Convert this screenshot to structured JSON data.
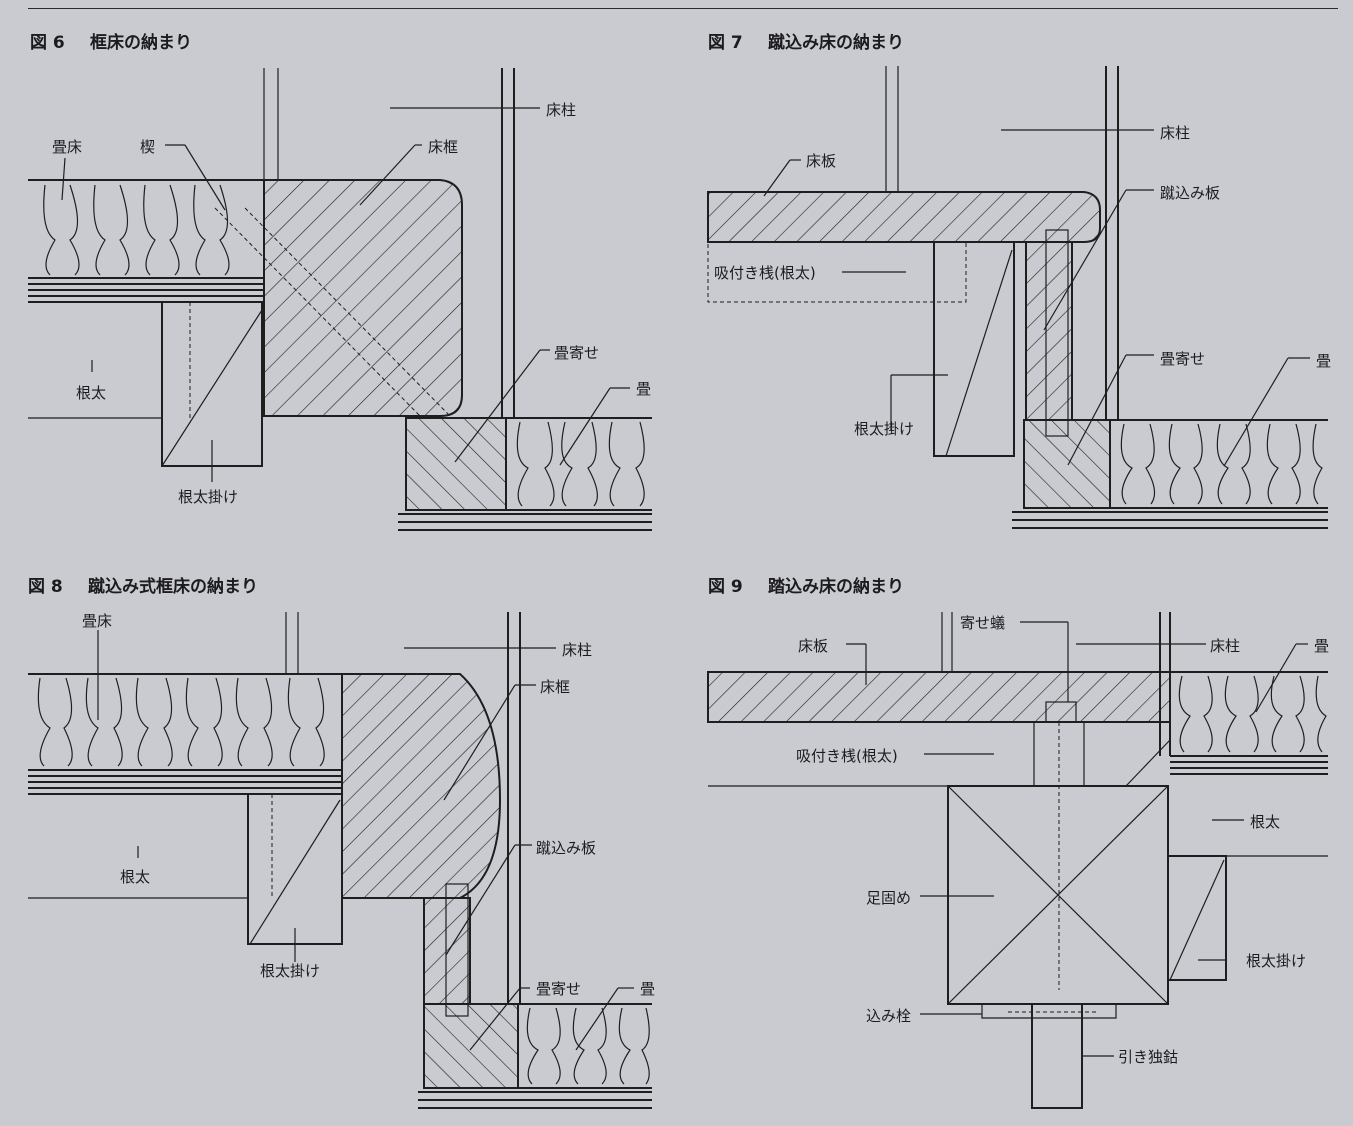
{
  "fig6": {
    "title_num": "図 6",
    "title": "框床の納まり",
    "labels": {
      "tatami_toko": "畳床",
      "kusabi": "楔",
      "tokogamachi": "床框",
      "tokobashira": "床柱",
      "neda": "根太",
      "nedakake": "根太掛け",
      "tatamiyose": "畳寄せ",
      "tatami": "畳"
    }
  },
  "fig7": {
    "title_num": "図 7",
    "title": "蹴込み床の納まり",
    "labels": {
      "tokoita": "床板",
      "tokobashira": "床柱",
      "kekomiita": "蹴込み板",
      "suitsukisan": "吸付き桟(根太)",
      "tatamiyose": "畳寄せ",
      "tatami": "畳",
      "nedakake": "根太掛け"
    }
  },
  "fig8": {
    "title_num": "図 8",
    "title": "蹴込み式框床の納まり",
    "labels": {
      "tatami_toko": "畳床",
      "tokobashira": "床柱",
      "tokogamachi": "床框",
      "kekomiita": "蹴込み板",
      "neda": "根太",
      "nedakake": "根太掛け",
      "tatamiyose": "畳寄せ",
      "tatami": "畳"
    }
  },
  "fig9": {
    "title_num": "図 9",
    "title": "踏込み床の納まり",
    "labels": {
      "yosearigata": "寄せ蟻",
      "tokoita": "床板",
      "tokobashira": "床柱",
      "tatami": "畳",
      "suitsukisan": "吸付き桟(根太)",
      "neda": "根太",
      "ashigatame": "足固め",
      "nedakake": "根太掛け",
      "komisen": "込み栓",
      "hikidokko": "引き独鈷"
    }
  }
}
